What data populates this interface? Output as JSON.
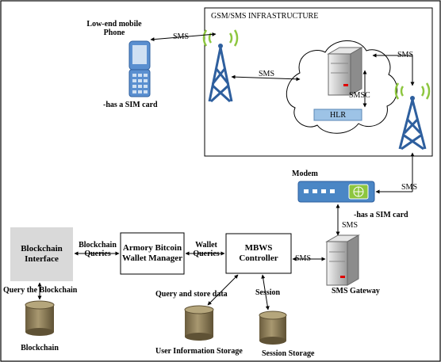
{
  "infrastructure": {
    "title": "GSM/SMS INFRASTRUCTURE"
  },
  "phone": {
    "title_line1": "Low-end mobile",
    "title_line2": "Phone",
    "caption": "-has a SIM card"
  },
  "core": {
    "smsc": "SMSC",
    "hlr": "HLR"
  },
  "modem": {
    "title": "Modem",
    "caption": "-has a SIM card"
  },
  "gateway": {
    "title": "SMS Gateway"
  },
  "controller": {
    "line1": "MBWS",
    "line2": "Controller"
  },
  "wallet": {
    "line1": "Armory Bitcoin",
    "line2": "Wallet Manager"
  },
  "blockchain_interface": {
    "line1": "Blockchain",
    "line2": "Interface"
  },
  "storage": {
    "blockchain": "Blockchain",
    "user_info": "User Information Storage",
    "session": "Session Storage"
  },
  "links": {
    "sms_phone": "SMS",
    "sms_tower_cloud": "SMS",
    "sms_cloud_right": "SMS",
    "sms_right_modem": "SMS",
    "sms_modem_gateway": "SMS",
    "sms_gateway_controller": "SMS",
    "wallet_queries_1": "Wallet",
    "wallet_queries_2": "Queries",
    "blockchain_queries_1": "Blockchain",
    "blockchain_queries_2": "Queries",
    "query_blockchain": "Query the Blockchain",
    "query_store": "Query and store data",
    "session": "Session"
  },
  "colors": {
    "tower": "#2e5f9e",
    "signal": "#8dc63f",
    "hlr_fill": "#9dc3e6",
    "modem_fill": "#4a86c5",
    "server_light": "#d9d9d9",
    "server_dark": "#7f7f7f",
    "cylinder": "#8a7a55",
    "interface_fill": "#d9d9d9",
    "phone_blue": "#4a86c5"
  }
}
